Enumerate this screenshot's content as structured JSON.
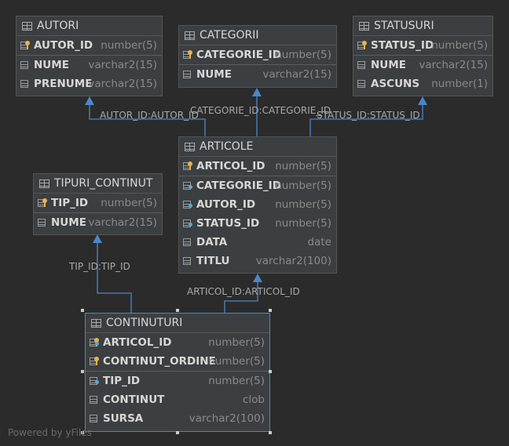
{
  "tables": {
    "autori": {
      "title": "AUTORI",
      "cols": [
        {
          "name": "AUTOR_ID",
          "type": "number(5)"
        },
        {
          "name": "NUME",
          "type": "varchar2(15)"
        },
        {
          "name": "PRENUME",
          "type": "varchar2(15)"
        }
      ]
    },
    "categorii": {
      "title": "CATEGORII",
      "cols": [
        {
          "name": "CATEGORIE_ID",
          "type": "number(5)"
        },
        {
          "name": "NUME",
          "type": "varchar2(15)"
        }
      ]
    },
    "statusuri": {
      "title": "STATUSURI",
      "cols": [
        {
          "name": "STATUS_ID",
          "type": "number(5)"
        },
        {
          "name": "NUME",
          "type": "varchar2(15)"
        },
        {
          "name": "ASCUNS",
          "type": "number(1)"
        }
      ]
    },
    "articole": {
      "title": "ARTICOLE",
      "cols": [
        {
          "name": "ARTICOL_ID",
          "type": "number(5)"
        },
        {
          "name": "CATEGORIE_ID",
          "type": "number(5)"
        },
        {
          "name": "AUTOR_ID",
          "type": "number(5)"
        },
        {
          "name": "STATUS_ID",
          "type": "number(5)"
        },
        {
          "name": "DATA",
          "type": "date"
        },
        {
          "name": "TITLU",
          "type": "varchar2(100)"
        }
      ]
    },
    "tipuri": {
      "title": "TIPURI_CONTINUT",
      "cols": [
        {
          "name": "TIP_ID",
          "type": "number(5)"
        },
        {
          "name": "NUME",
          "type": "varchar2(15)"
        }
      ]
    },
    "continuturi": {
      "title": "CONTINUTURI",
      "cols": [
        {
          "name": "ARTICOL_ID",
          "type": "number(5)"
        },
        {
          "name": "CONTINUT_ORDINE",
          "type": "number(5)"
        },
        {
          "name": "TIP_ID",
          "type": "number(5)"
        },
        {
          "name": "CONTINUT",
          "type": "clob"
        },
        {
          "name": "SURSA",
          "type": "varchar2(100)"
        }
      ]
    }
  },
  "links": {
    "autor": "AUTOR_ID:AUTOR_ID",
    "categorie": "CATEGORIE_ID:CATEGORIE_ID",
    "status": "STATUS_ID:STATUS_ID",
    "tip": "TIP_ID:TIP_ID",
    "articol": "ARTICOL_ID:ARTICOL_ID"
  },
  "footer": "Powered by yFiles",
  "colors": {
    "background": "#2b2b2b",
    "link": "#4a88c7",
    "key": "#e5b44b",
    "fk": "#5aa9d6"
  }
}
